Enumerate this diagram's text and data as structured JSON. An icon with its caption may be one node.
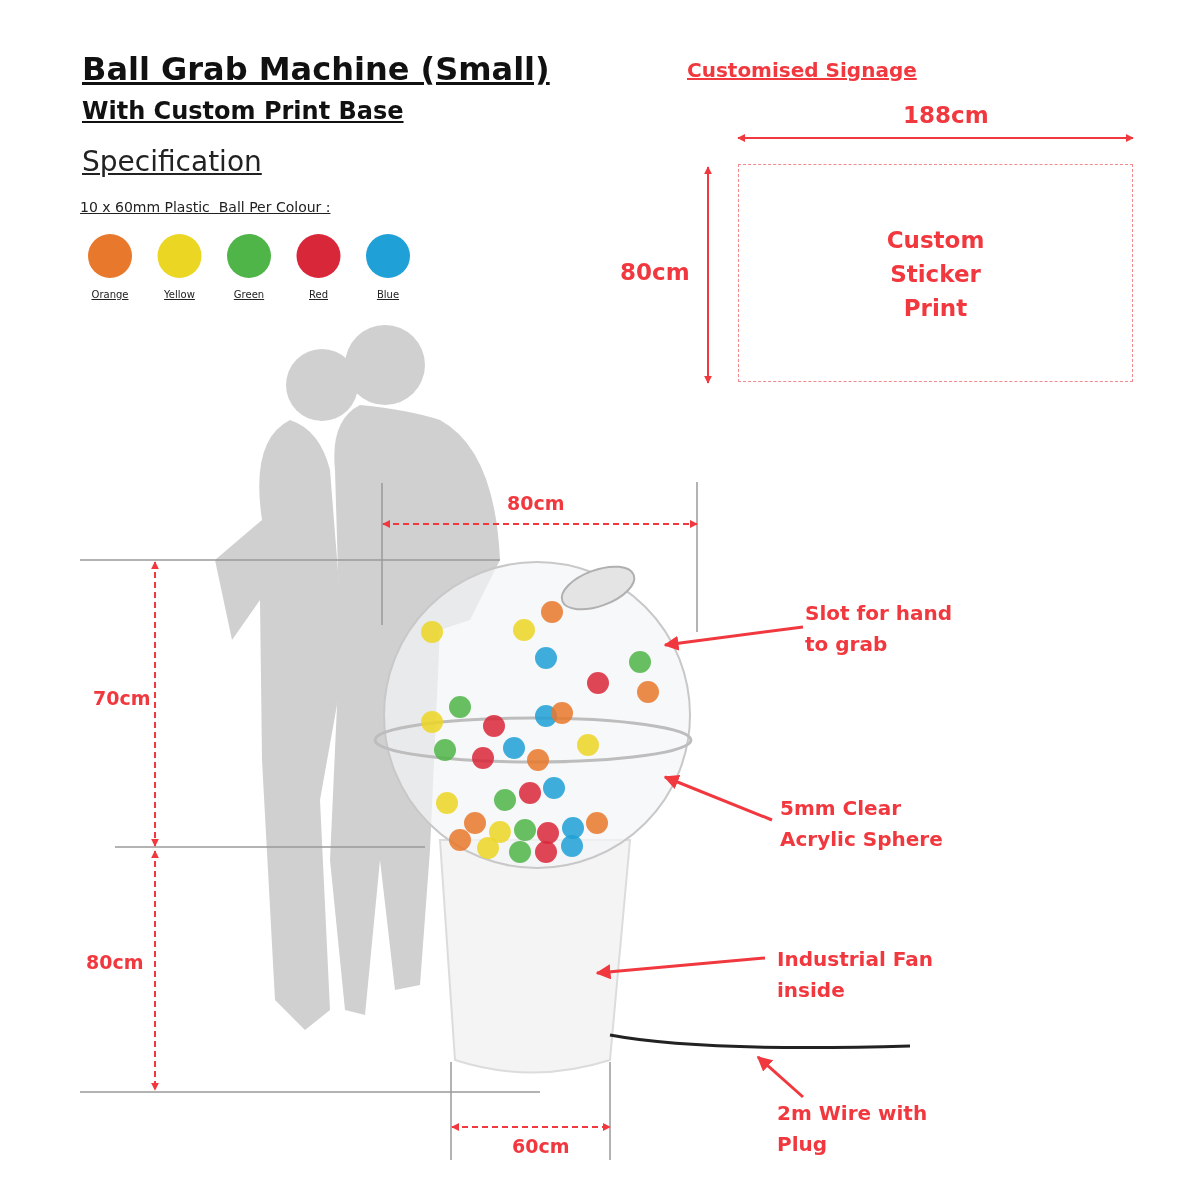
{
  "diagram": {
    "title": "Ball Grab Machine (Small)",
    "nodes": [
      {
        "text": [
          "Custom Sticker Print"
        ]
      },
      {
        "text": [
          "Slot for hand to grab"
        ]
      },
      {
        "text": [
          "5mm Clear Acrylic Sphere"
        ]
      },
      {
        "text": [
          "Industrial Fan inside"
        ]
      },
      {
        "text": [
          "2m Wire with Plug"
        ]
      }
    ],
    "edges": [
      {
        "from": 1,
        "to": null,
        "arrow": "to"
      },
      {
        "from": 2,
        "to": null,
        "arrow": "to"
      },
      {
        "from": 3,
        "to": null,
        "arrow": "to"
      },
      {
        "from": 4,
        "to": null,
        "arrow": "to"
      }
    ],
    "labels": [
      "With Custom Print Base",
      "Specification",
      "10 x 60mm Plastic  Ball Per Colour :",
      "Customised Signage",
      "188cm",
      "80cm",
      "80cm",
      "70cm",
      "80cm",
      "60cm"
    ],
    "legend": [
      {
        "text": "Orange",
        "color": "#e8782c"
      },
      {
        "text": "Yellow",
        "color": "#ecd624"
      },
      {
        "text": "Green",
        "color": "#4fb548"
      },
      {
        "text": "Red",
        "color": "#d9273a"
      },
      {
        "text": "Blue",
        "color": "#1fa0d6"
      }
    ]
  }
}
